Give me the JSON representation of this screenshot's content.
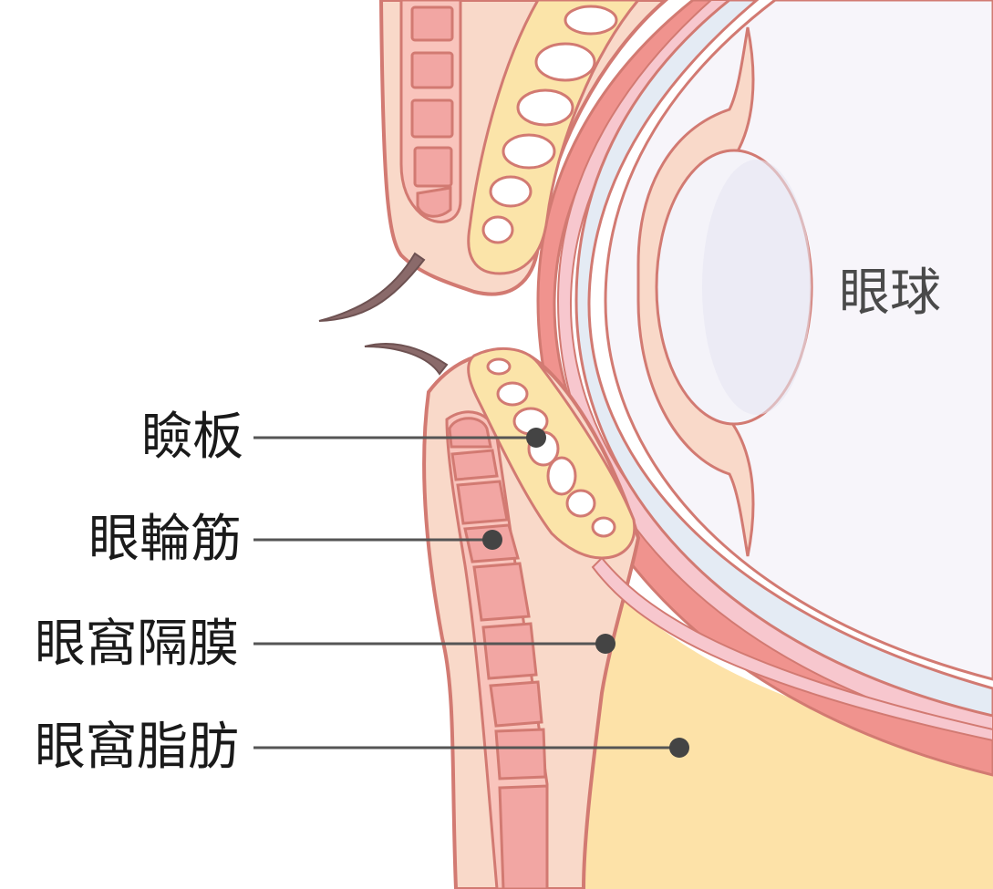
{
  "diagram": {
    "eyeball_label": "眼球",
    "callouts": [
      {
        "id": "tarsus",
        "label": "瞼板"
      },
      {
        "id": "orbicularis",
        "label": "眼輪筋"
      },
      {
        "id": "septum",
        "label": "眼窩隔膜"
      },
      {
        "id": "fat",
        "label": "眼窩脂肪"
      }
    ]
  },
  "colors": {
    "outline": "#d27a72",
    "skin": "#f9d9c9",
    "muscle": "#f2a6a3",
    "tarsus": "#fbe4a9",
    "fat": "#fde2a8",
    "sclera": "#e4ebf4",
    "lens": "#f6f6fb",
    "lash": "#8a6a6a",
    "conjunctiva": "#f7c7ce",
    "leader": "#555555"
  }
}
